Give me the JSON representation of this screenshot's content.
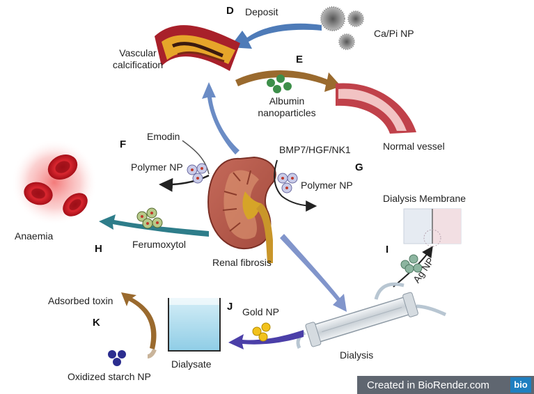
{
  "labels": {
    "deposit": "Deposit",
    "capi_np": "Ca/Pi NP",
    "vascular_calcification": "Vascular calcification",
    "albumin_nanoparticles": "Albumin nanoparticles",
    "normal_vessel": "Normal vessel",
    "emodin": "Emodin",
    "polymer_np_f": "Polymer NP",
    "bmp7": "BMP7/HGF/NK1",
    "polymer_np_g": "Polymer NP",
    "anaemia": "Anaemia",
    "ferumoxytol": "Ferumoxytol",
    "renal_fibrosis": "Renal fibrosis",
    "dialysis_membrane": "Dialysis Membrane",
    "ag_np": "Ag NP",
    "adsorbed_toxin": "Adsorbed toxin",
    "gold_np": "Gold NP",
    "dialysate": "Dialysate",
    "dialysis": "Dialysis",
    "oxidized_starch_np": "Oxidized starch NP"
  },
  "letters": {
    "d": "D",
    "e": "E",
    "f": "F",
    "g": "G",
    "h": "H",
    "i": "I",
    "j": "J",
    "k": "K"
  },
  "banner": {
    "text": "Created in BioRender.com",
    "logo": "bio"
  }
}
